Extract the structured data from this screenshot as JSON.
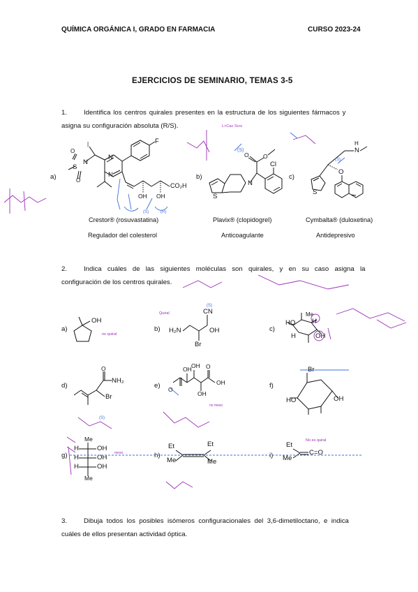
{
  "header": {
    "course": "QUÍMICA ORGÁNICA I, GRADO EN FARMACIA",
    "year": "CURSO 2023-24"
  },
  "title": "EJERCICIOS DE SEMINARIO, TEMAS 3-5",
  "q1": {
    "number": "1.",
    "line1": "Identifica los centros quirales presentes en la estructura de los siguientes fármacos y",
    "line2": "asigna su configuración absoluta (R/S).",
    "drugs": [
      {
        "letter": "a)",
        "name": "Crestor® (rosuvastatina)",
        "use": "Regulador del colesterol"
      },
      {
        "letter": "b)",
        "name": "Plavix® (clopidogrel)",
        "use": "Anticoagulante"
      },
      {
        "letter": "c)",
        "name": "Cymbalta® (duloxetina)",
        "use": "Antidepresivo"
      }
    ]
  },
  "q2": {
    "number": "2.",
    "line1": "Indica cuáles de las siguientes moléculas son quirales, y en su caso asigna la",
    "line2": "configuración de los centros quirales.",
    "letters": [
      "a)",
      "b)",
      "c)",
      "d)",
      "e)",
      "f)",
      "g)",
      "h)",
      "i)"
    ]
  },
  "q3": {
    "number": "3.",
    "line1": "Dibuja todos los posibles isómeros configuracionales del 3,6-dimetiloctano, e indica",
    "line2": "cuáles de ellos presentan actividad óptica."
  },
  "atoms": {
    "F": "F",
    "N": "N",
    "S": "S",
    "O": "O",
    "OH": "OH",
    "HO": "HO",
    "H": "H",
    "CO2H": "CO₂H",
    "Cl": "Cl",
    "NH": "N",
    "H2N": "H₂N",
    "CN": "CN",
    "Br": "Br",
    "NH2": "NH₂",
    "Me": "Me",
    "Et": "Et",
    "CO": "C=O",
    "allene": "C=C=C",
    "ketene": "C=O"
  },
  "annotations": {
    "s1": "(S)",
    "s2": "(R)",
    "s3": "(S)",
    "s4": "(R)",
    "s5": "(S)",
    "note_b": "(S)",
    "note_c": "(S)"
  }
}
